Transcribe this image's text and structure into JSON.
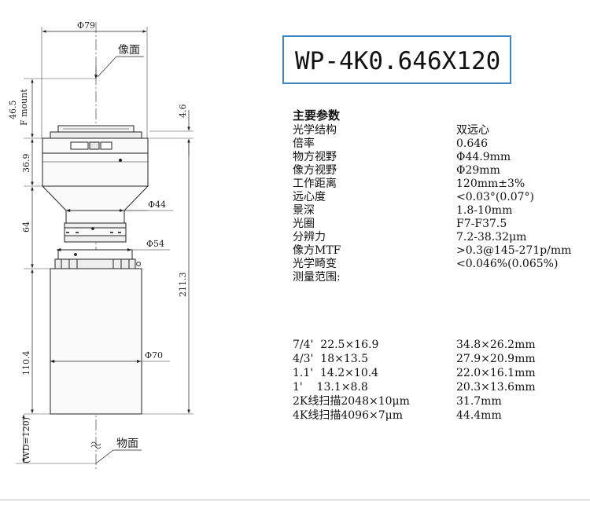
{
  "drawing": {
    "top_diameter": "Φ79",
    "image_plane_label": "像面",
    "object_plane_label": "物面",
    "flange_dim": "46.5",
    "mount_label": "F mount",
    "dim_4_6": "4.6",
    "dim_36_9": "36.9",
    "dim_64": "64",
    "dim_110_4": "110.4",
    "dim_211_3": "211.3",
    "wd_label": "(WD=120)",
    "dia_44": "Φ44",
    "dia_54": "Φ54",
    "dia_70": "Φ70"
  },
  "model": "WP-4K0.646X120",
  "specs": {
    "heading": "主要参数",
    "rows": [
      {
        "k": "光学结构",
        "v": "双远心"
      },
      {
        "k": "倍率",
        "v": "0.646"
      },
      {
        "k": "物方视野",
        "v": "Φ44.9mm"
      },
      {
        "k": "像方视野",
        "v": "Φ29mm"
      },
      {
        "k": "工作距离",
        "v": "120mm±3%"
      },
      {
        "k": "远心度",
        "v": "<0.03°(0.07°)"
      },
      {
        "k": "景深",
        "v": "1.8-10mm"
      },
      {
        "k": "光圈",
        "v": "F7-F37.5"
      },
      {
        "k": "分辨力",
        "v": "7.2-38.32μm"
      },
      {
        "k": "像方MTF",
        "v": ">0.3@145-271p/mm"
      },
      {
        "k": "光学畸变",
        "v": "<0.046%(0.065%)"
      },
      {
        "k": "测量范围:",
        "v": ""
      }
    ],
    "ranges": [
      {
        "k": "7/4'  22.5×16.9",
        "v": "34.8×26.2mm"
      },
      {
        "k": "4/3'  18×13.5",
        "v": "27.9×20.9mm"
      },
      {
        "k": "1.1'  14.2×10.4",
        "v": "22.0×16.1mm"
      },
      {
        "k": "1'    13.1×8.8",
        "v": "20.3×13.6mm"
      },
      {
        "k": "2K线扫描2048×10μm",
        "v": "31.7mm"
      },
      {
        "k": "4K线扫描4096×7μm",
        "v": "44.4mm"
      }
    ]
  }
}
